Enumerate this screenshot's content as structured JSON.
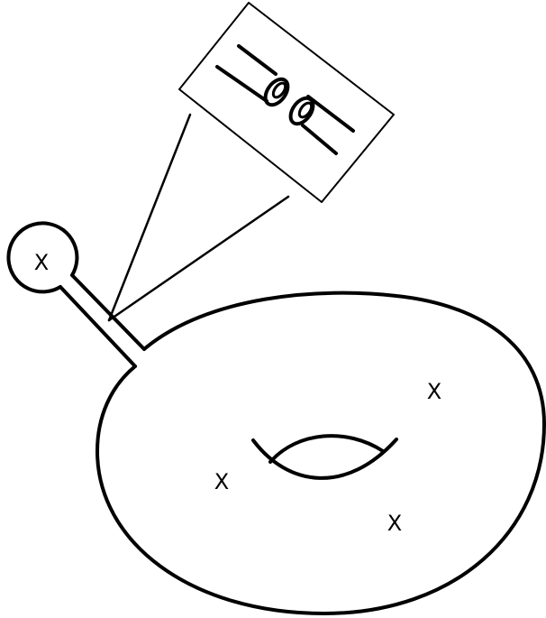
{
  "diagram": {
    "puncture_marks": [
      "X",
      "X",
      "X",
      "X"
    ],
    "colors": {
      "stroke": "#000000",
      "background": "#ffffff"
    }
  }
}
